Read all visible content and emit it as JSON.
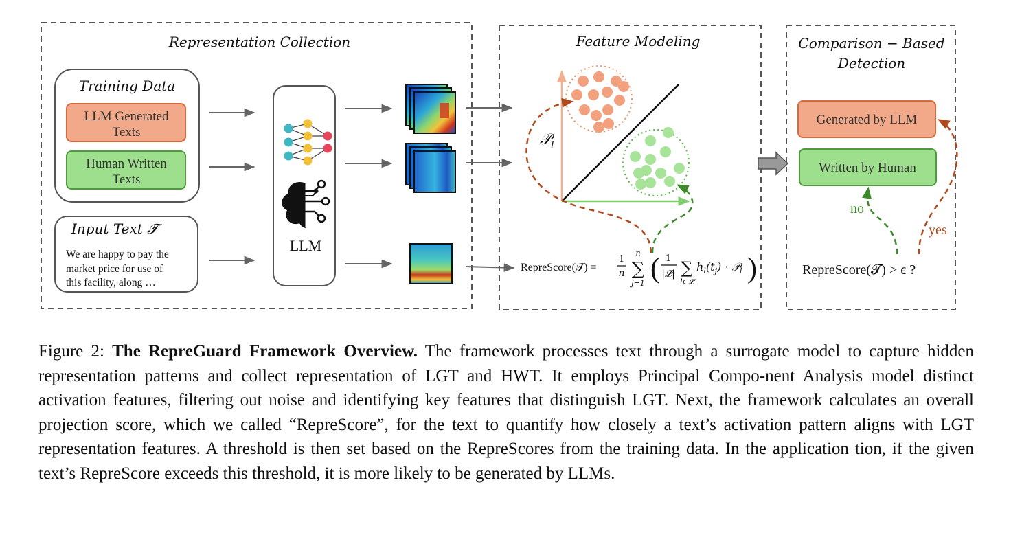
{
  "sections": {
    "collection_title": "Representation Collection",
    "modeling_title": "Feature Modeling",
    "detection_title_line1": "Comparison − Based",
    "detection_title_line2": "Detection"
  },
  "training": {
    "title": "Training Data",
    "llm_box_line1": "LLM Generated",
    "llm_box_line2": "Texts",
    "human_box_line1": "Human Written",
    "human_box_line2": "Texts"
  },
  "input": {
    "title": "Input Text 𝓣",
    "line1": "We are happy to pay the",
    "line2": "market price for use of",
    "line3": "this facility, along …"
  },
  "model": {
    "label": "LLM"
  },
  "feature": {
    "projection_label": "𝒫",
    "projection_sub": "l"
  },
  "formula": {
    "lhs": "RepreScore(𝓣) =",
    "frac1_num": "1",
    "frac1_den": "n",
    "sum1_top": "n",
    "sum1": "∑",
    "sum1_bottom": "j=1",
    "frac2_num": "1",
    "frac2_den": "|𝓛|",
    "sum2": "∑",
    "sum2_bottom": "l∈𝓛",
    "body": "h",
    "body_sub": "l",
    "body_rest": "(t",
    "body_tsub": "j",
    "body_end": ") · 𝒫",
    "body_psub": "l"
  },
  "detection": {
    "generated_label": "Generated by LLM",
    "human_label": "Written by Human",
    "no_label": "no",
    "yes_label": "yes",
    "condition": "RepreScore(𝓣) > ϵ ?"
  },
  "caption": {
    "figure_label": "Figure 2:",
    "bold_title": "The RepreGuard Framework Overview.",
    "text": " The framework processes text through a surrogate model to capture hidden representation patterns and collect representation of LGT and HWT. It employs Principal Compo-nent Analysis model distinct activation features, filtering out noise and identifying key features that distinguish LGT. Next, the framework calculates an overall projection score, which we called “RepreScore”, for the text to quantify how closely a text’s activation pattern aligns with LGT representation features. A threshold is then set based on the RepreScores from the training data. In the application tion, if the given text’s RepreScore exceeds this threshold, it is more likely to be generated by LLMs."
  },
  "colors": {
    "llm_fill": "#f2a98a",
    "llm_stroke": "#d9683c",
    "human_fill": "#9edf8e",
    "human_stroke": "#4f9a3e",
    "orange_dots": "#f2a07e",
    "green_dots": "#a8e39a",
    "brown_dash": "#b04a1c",
    "green_dash": "#3d8a2a",
    "dash_border": "#555555"
  }
}
